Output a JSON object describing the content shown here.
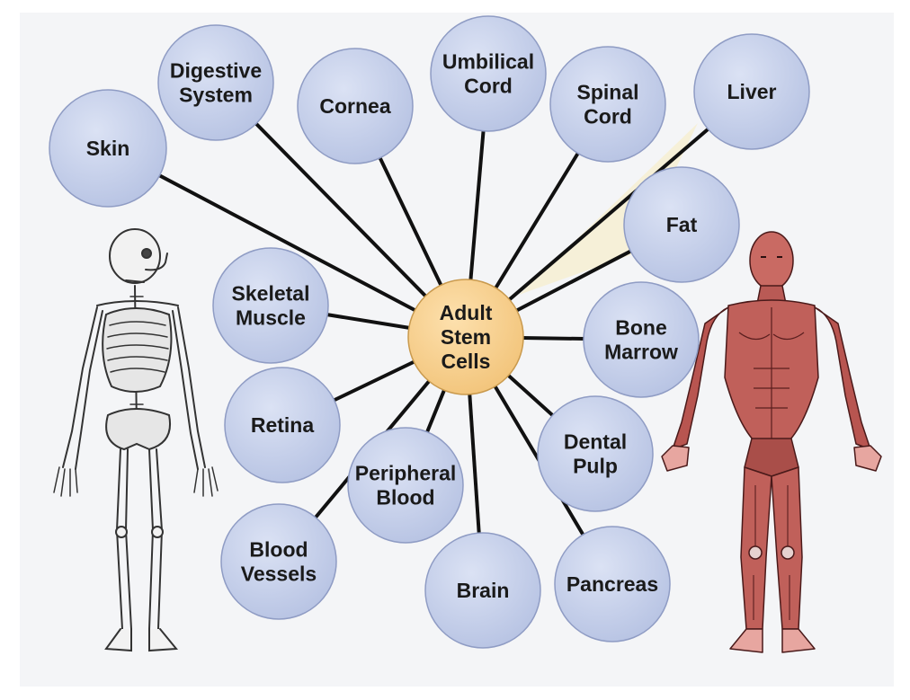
{
  "diagram": {
    "center": {
      "id": "center",
      "label": "Adult Stem Cells",
      "lines": [
        "Adult",
        "Stem",
        "Cells"
      ],
      "color": "#f8cf8c"
    },
    "node_color": "#c5cfea",
    "line_color": "#111111",
    "nodes": [
      {
        "id": "skin",
        "label": "Skin",
        "lines": [
          "Skin"
        ]
      },
      {
        "id": "digestive-system",
        "label": "Digestive System",
        "lines": [
          "Digestive",
          "System"
        ]
      },
      {
        "id": "cornea",
        "label": "Cornea",
        "lines": [
          "Cornea"
        ]
      },
      {
        "id": "umbilical-cord",
        "label": "Umbilical Cord",
        "lines": [
          "Umbilical",
          "Cord"
        ]
      },
      {
        "id": "spinal-cord",
        "label": "Spinal Cord",
        "lines": [
          "Spinal",
          "Cord"
        ]
      },
      {
        "id": "liver",
        "label": "Liver",
        "lines": [
          "Liver"
        ]
      },
      {
        "id": "fat",
        "label": "Fat",
        "lines": [
          "Fat"
        ]
      },
      {
        "id": "bone-marrow",
        "label": "Bone Marrow",
        "lines": [
          "Bone",
          "Marrow"
        ]
      },
      {
        "id": "dental-pulp",
        "label": "Dental Pulp",
        "lines": [
          "Dental",
          "Pulp"
        ]
      },
      {
        "id": "pancreas",
        "label": "Pancreas",
        "lines": [
          "Pancreas"
        ]
      },
      {
        "id": "brain",
        "label": "Brain",
        "lines": [
          "Brain"
        ]
      },
      {
        "id": "blood-vessels",
        "label": "Blood Vessels",
        "lines": [
          "Blood",
          "Vessels"
        ]
      },
      {
        "id": "peripheral-blood",
        "label": "Peripheral Blood",
        "lines": [
          "Peripheral",
          "Blood"
        ]
      },
      {
        "id": "retina",
        "label": "Retina",
        "lines": [
          "Retina"
        ]
      },
      {
        "id": "skeletal-muscle",
        "label": "Skeletal Muscle",
        "lines": [
          "Skeletal",
          "Muscle"
        ]
      }
    ],
    "edges": [
      [
        "center",
        "skin"
      ],
      [
        "center",
        "digestive-system"
      ],
      [
        "center",
        "cornea"
      ],
      [
        "center",
        "umbilical-cord"
      ],
      [
        "center",
        "spinal-cord"
      ],
      [
        "center",
        "liver"
      ],
      [
        "center",
        "fat"
      ],
      [
        "center",
        "bone-marrow"
      ],
      [
        "center",
        "dental-pulp"
      ],
      [
        "center",
        "pancreas"
      ],
      [
        "center",
        "brain"
      ],
      [
        "center",
        "blood-vessels"
      ],
      [
        "center",
        "peripheral-blood"
      ],
      [
        "center",
        "retina"
      ],
      [
        "center",
        "skeletal-muscle"
      ]
    ],
    "illustrations": [
      {
        "name": "skeleton-illustration",
        "description": "human skeleton, front view"
      },
      {
        "name": "muscular-body-illustration",
        "description": "human muscular system, front view"
      }
    ]
  }
}
